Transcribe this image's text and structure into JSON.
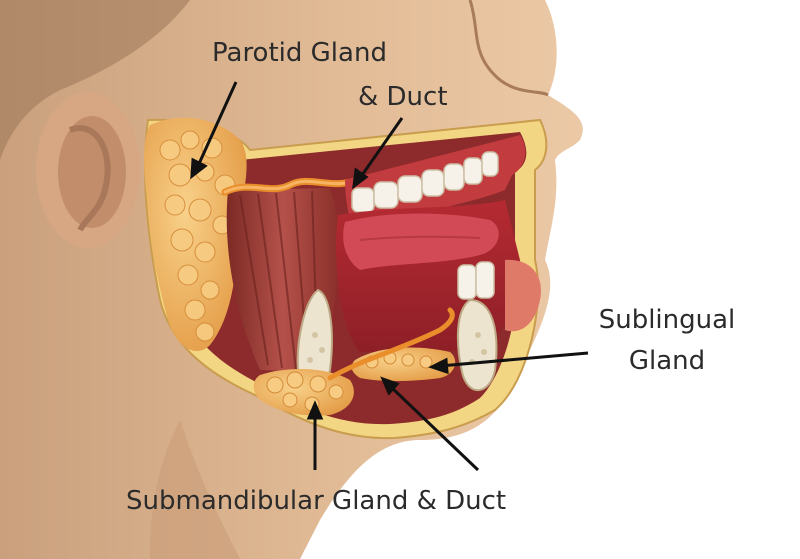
{
  "labels": {
    "parotid_line1": "Parotid Gland",
    "parotid_line2": "& Duct",
    "sublingual_line1": "Sublingual",
    "sublingual_line2": "Gland",
    "submandibular": "Submandibular Gland & Duct"
  },
  "colors": {
    "background": "#ffffff",
    "skin": "#d9b08a",
    "skin_shadow": "#b98a66",
    "fat_layer": "#f2d27a",
    "gland": "#f0b25c",
    "muscle": "#a9443a",
    "tongue": "#c7343b",
    "bone": "#ece3cf",
    "teeth": "#f7f4ec",
    "duct": "#e98e2b",
    "pointer": "#111111",
    "text": "#2b2b2b"
  }
}
